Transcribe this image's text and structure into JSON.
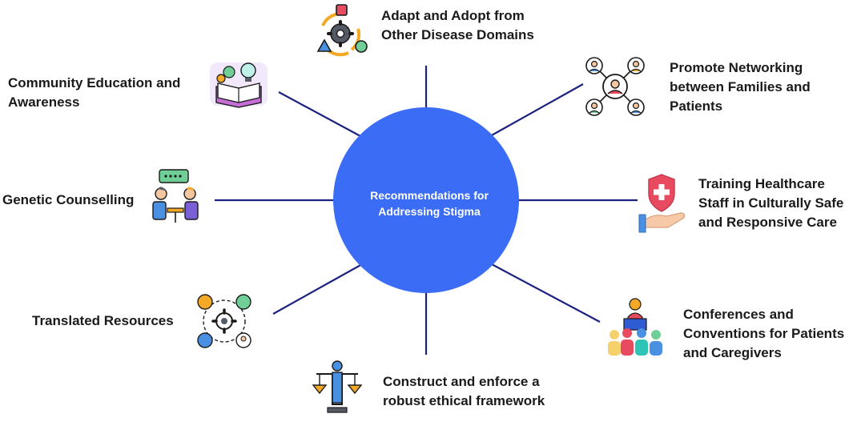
{
  "center": {
    "label": "Recommendations for\nAddressing Stigma",
    "color": "#3b6cf6"
  },
  "connector_color": "#1c2280",
  "items": [
    {
      "id": "adapt",
      "label": "Adapt and Adopt from\nOther Disease Domains",
      "icon": "cycle-gear-icon"
    },
    {
      "id": "networking",
      "label": "Promote Networking\nbetween Families and\nPatients",
      "icon": "network-people-icon"
    },
    {
      "id": "training",
      "label": "Training Healthcare\nStaff in Culturally Safe\nand Responsive Care",
      "icon": "shield-hand-icon"
    },
    {
      "id": "conferences",
      "label": "Conferences and\nConventions for Patients\nand Caregivers",
      "icon": "audience-podium-icon"
    },
    {
      "id": "ethical",
      "label": "Construct and enforce a\nrobust ethical framework",
      "icon": "scales-person-icon"
    },
    {
      "id": "translated",
      "label": "Translated Resources",
      "icon": "resources-gear-icon"
    },
    {
      "id": "counselling",
      "label": "Genetic Counselling",
      "icon": "counselling-icon"
    },
    {
      "id": "community",
      "label": "Community Education and\nAwareness",
      "icon": "book-lightbulb-icon"
    }
  ]
}
